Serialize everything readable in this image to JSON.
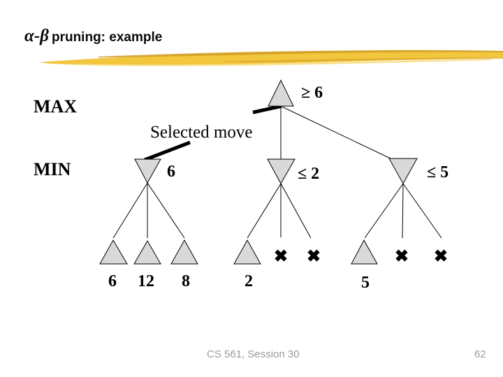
{
  "title": {
    "greek": "α-β",
    "text": "pruning: example"
  },
  "diagram": {
    "max_row_label": "MAX",
    "min_row_label": "MIN",
    "selected_move_label": "Selected move",
    "root_annotation": "≥ 6",
    "min_annotations": [
      "6",
      "≤ 2",
      "≤ 5"
    ],
    "leaves": [
      "6",
      "12",
      "8",
      "2",
      "5"
    ],
    "pruned_marks_count": "4"
  },
  "footer": {
    "course": "CS 561, Session 30",
    "page_number": "62"
  },
  "colors": {
    "node_fill": "#d9d9d9",
    "node_stroke": "#000000",
    "text_black": "#0a0a0a",
    "brush_yellow": "#f2c63d",
    "brush_dark": "#cd9a24",
    "brush_light": "#f7dc79",
    "footer_gray": "#9a9a9a"
  }
}
